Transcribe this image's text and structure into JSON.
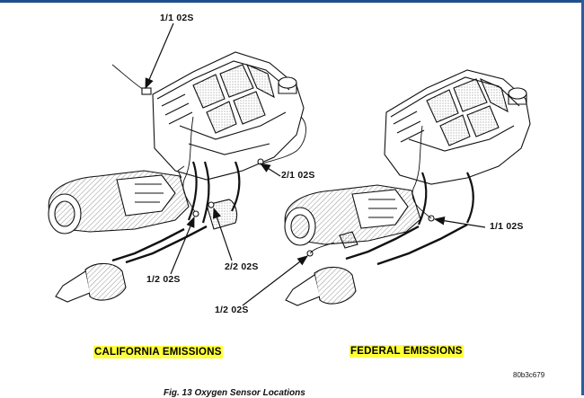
{
  "labels": {
    "left_1_1": "1/1 02S",
    "left_2_1": "2/1 02S",
    "left_2_2": "2/2 02S",
    "left_1_2": "1/2 02S",
    "right_1_1": "1/1 02S",
    "right_1_2": "1/2 02S"
  },
  "captions": {
    "california": "CALIFORNIA EMISSIONS",
    "federal": "FEDERAL EMISSIONS"
  },
  "reference_code": "80b3c679",
  "figure_caption": "Fig. 13 Oxygen Sensor Locations",
  "colors": {
    "highlight": "#ffff3a",
    "line": "#111111",
    "frame_accent": "#1e4f8c"
  }
}
